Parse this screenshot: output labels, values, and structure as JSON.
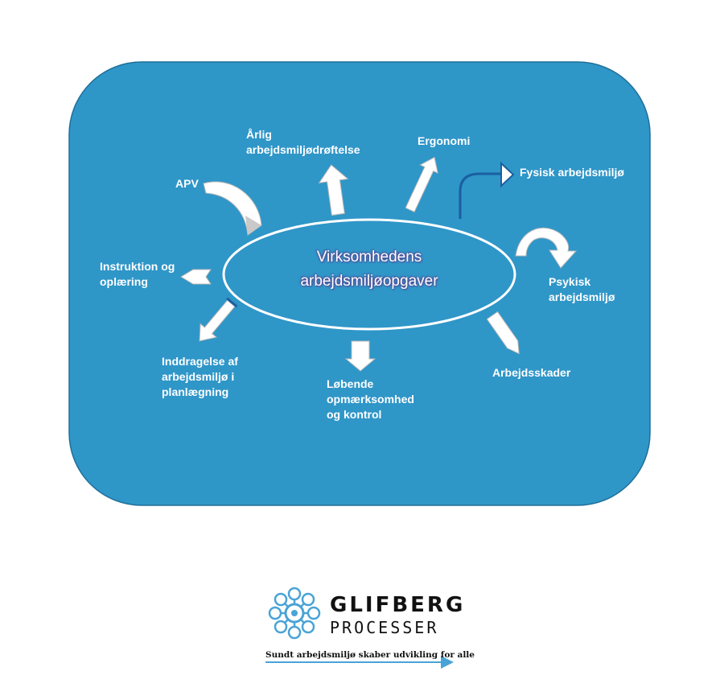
{
  "diagram": {
    "center": {
      "line1": "Virksomhedens",
      "line2": "arbejdsmiljøopgaver"
    },
    "items": {
      "arlig": [
        "Årlig",
        "arbejdsmiljødrøftelse"
      ],
      "ergonomi": [
        "Ergonomi"
      ],
      "fysisk": [
        "Fysisk arbejdsmiljø"
      ],
      "apv": [
        "APV"
      ],
      "instruktion": [
        "Instruktion og",
        "oplæring"
      ],
      "psykisk": [
        "Psykisk",
        "arbejdsmiljø"
      ],
      "inddragelse": [
        "Inddragelse af",
        "arbejdsmiljø i",
        "planlægning"
      ],
      "lobende": [
        "Løbende",
        "opmærksomhed",
        "og kontrol"
      ],
      "arbejdsskader": [
        "Arbejdsskader"
      ]
    },
    "colors": {
      "panel": "#2f96c8",
      "panel_border": "#1f6f98",
      "arrow": "#ffffff",
      "arrow_shade": "#c9c9c9"
    }
  },
  "logo": {
    "name": "GLIFBERG",
    "sub": "PROCESSER",
    "tagline": "Sundt arbejdsmiljø skaber udvikling for alle",
    "color": "#4aa3d6"
  }
}
